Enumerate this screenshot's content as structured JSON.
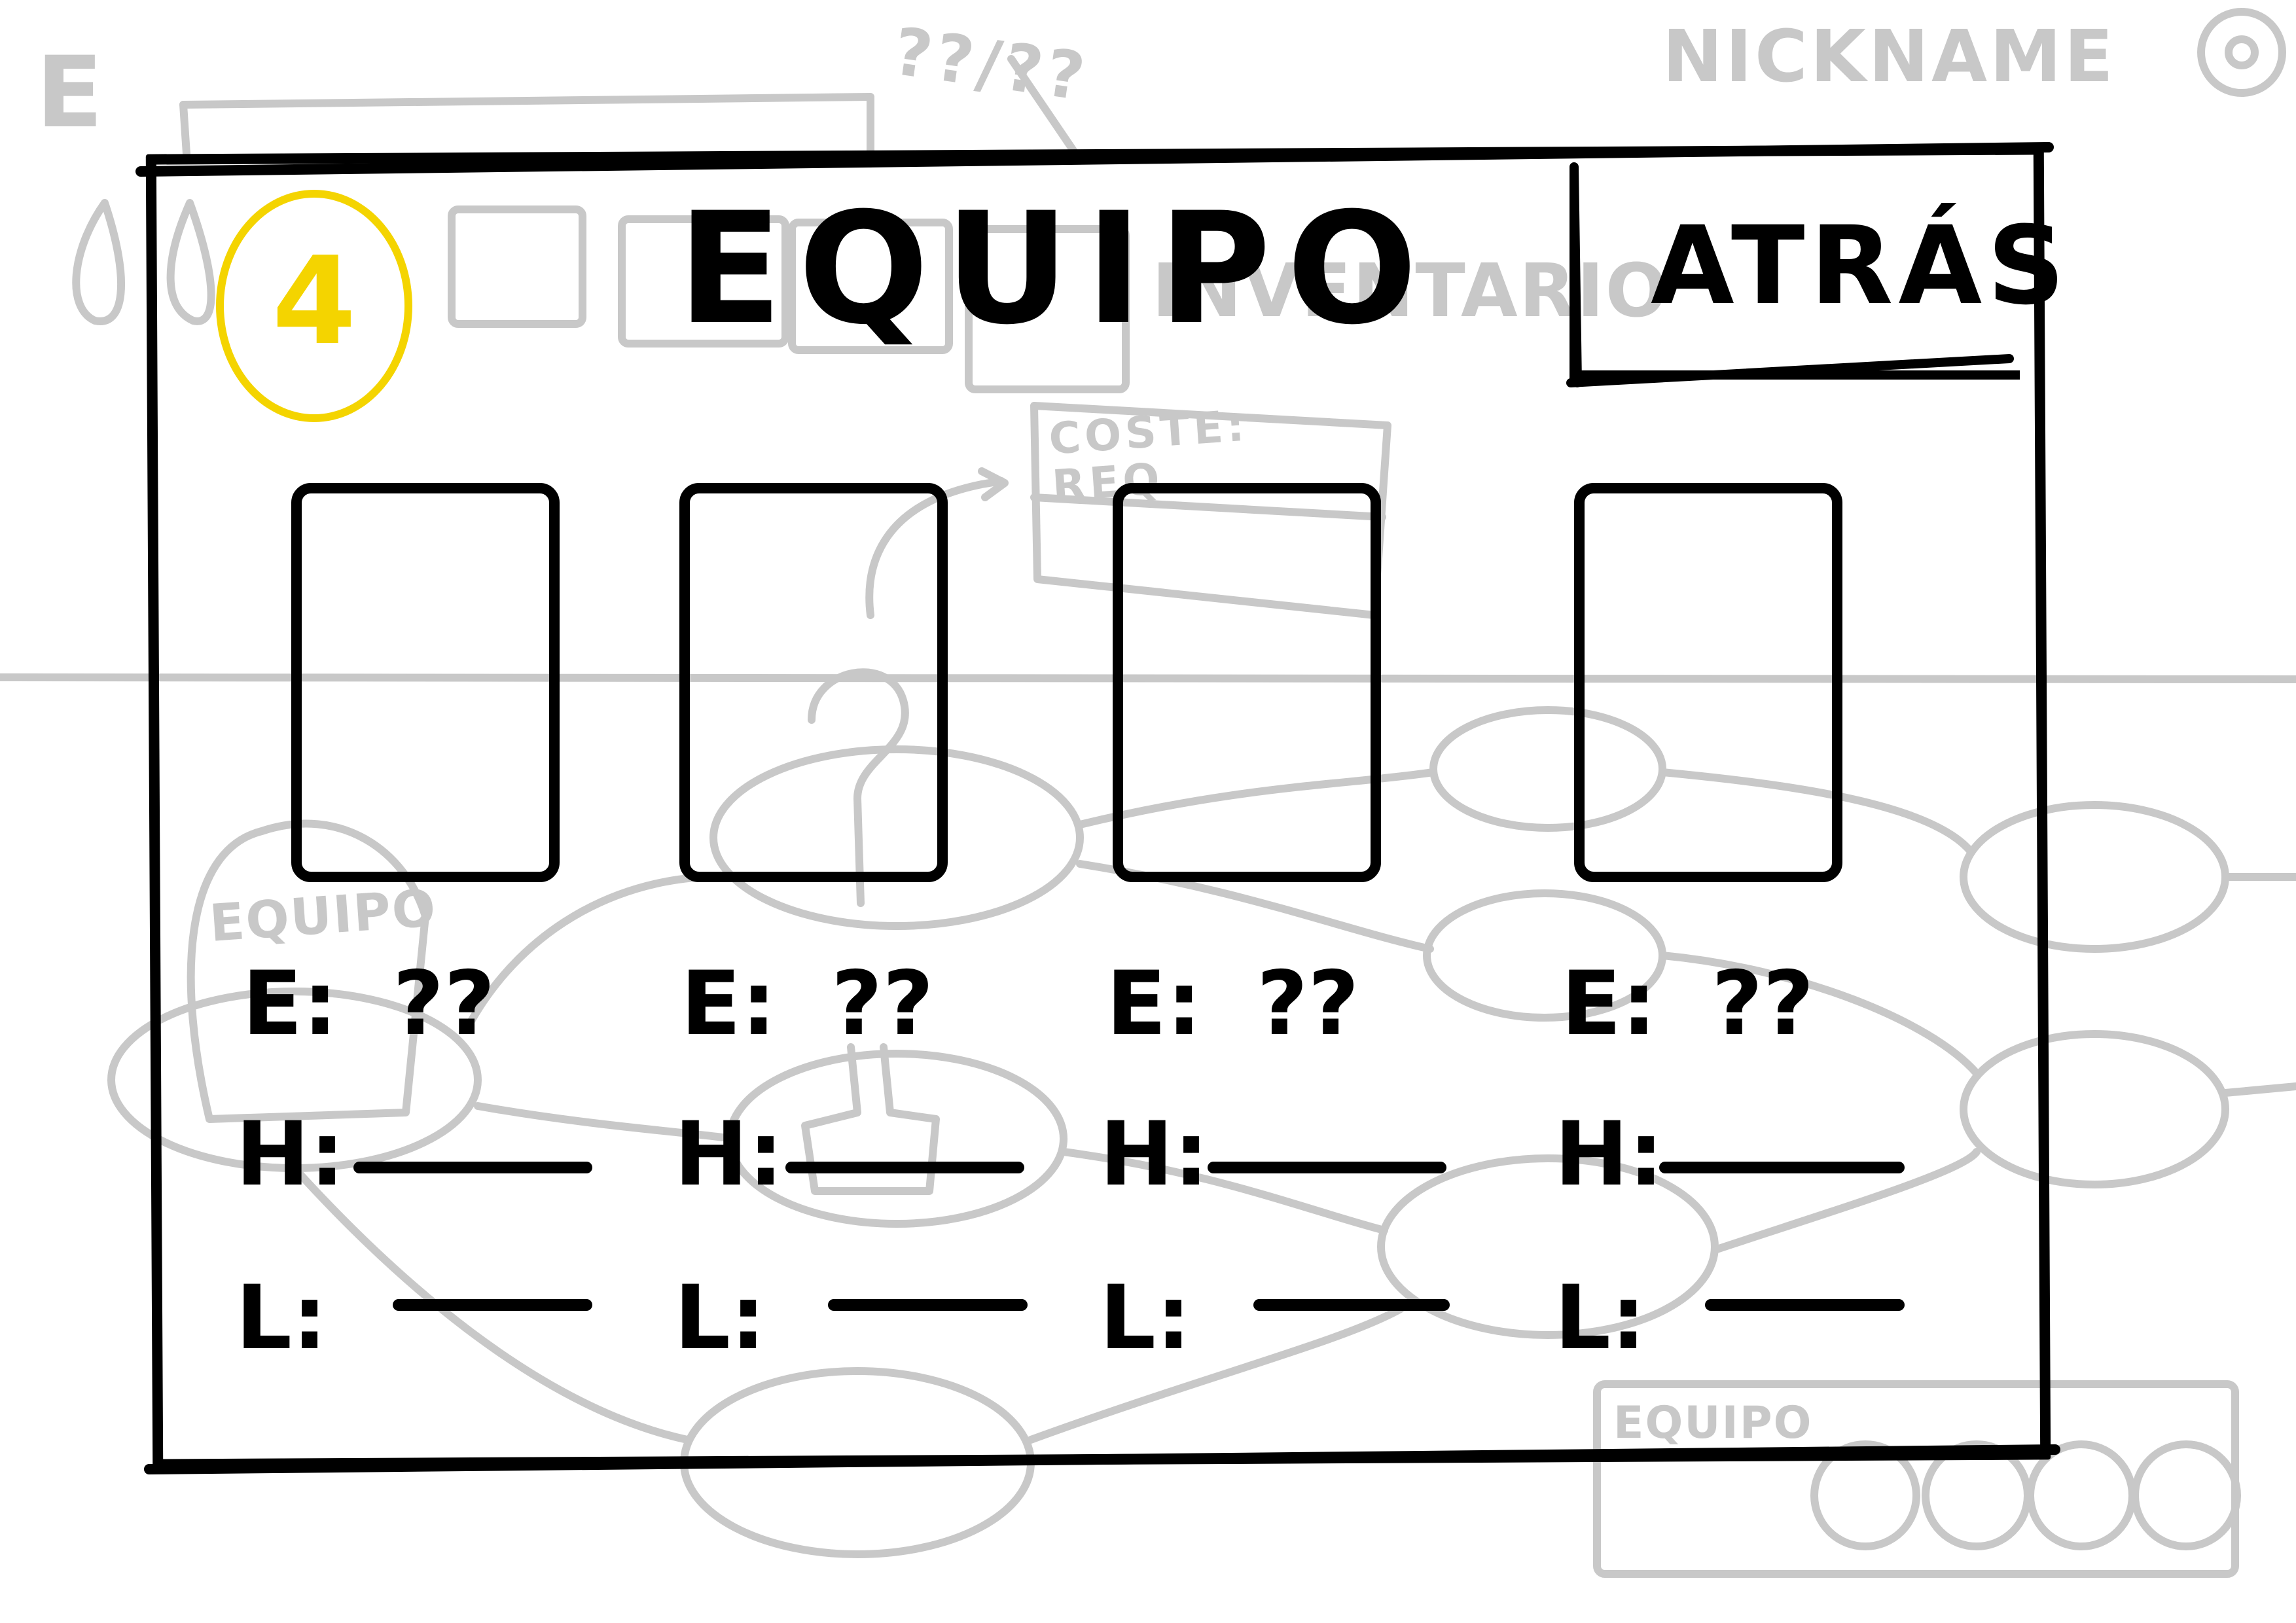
{
  "screen": {
    "title": "EQUIPO",
    "back_label": "ATRÁS",
    "team_count_badge": "4",
    "accent_color": "#f4d400",
    "ink_color": "#000000",
    "sketch_background_color": "#c8c8c8"
  },
  "slots": [
    {
      "e_label": "E:",
      "e_value": "??",
      "h_label": "H:",
      "l_label": "L:"
    },
    {
      "e_label": "E:",
      "e_value": "??",
      "h_label": "H:",
      "l_label": "L:"
    },
    {
      "e_label": "E:",
      "e_value": "??",
      "h_label": "H:",
      "l_label": "L:"
    },
    {
      "e_label": "E:",
      "e_value": "??",
      "h_label": "H:",
      "l_label": "L:"
    }
  ],
  "background_sketch": {
    "nickname": "NICKNAME",
    "e_letter": "E",
    "qq_text": "??/??",
    "inventario": "INVENTARIO",
    "coste": "COSTE:",
    "req": "REQ.",
    "equipo_side": "EQUIPO",
    "equipo_box": "EQUIPO"
  }
}
